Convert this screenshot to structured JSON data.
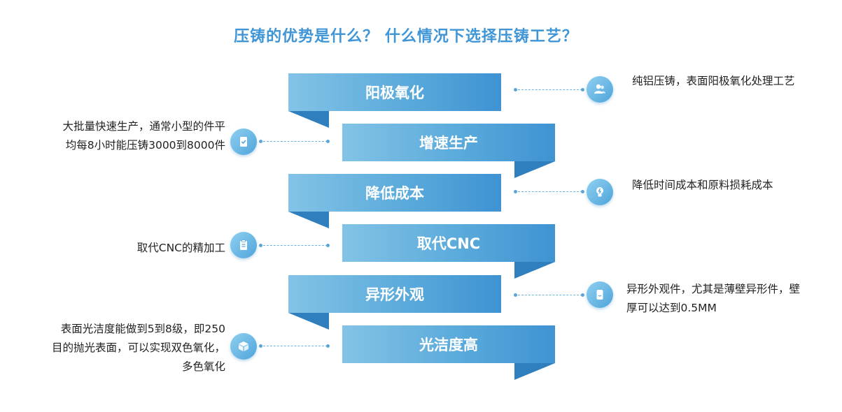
{
  "title": "压铸的优势是什么？ 什么情况下选择压铸工艺？",
  "steps": [
    {
      "label": "阳极氧化",
      "icon": "users-icon",
      "desc": "纯铝压铸，表面阳极氧化处理工艺"
    },
    {
      "label": "增速生产",
      "icon": "checklist-icon",
      "desc": "大批量快速生产，通常小型的件平均每8小时能压铸3000到8000件"
    },
    {
      "label": "降低成本",
      "icon": "lightbulb-icon",
      "desc": "降低时间成本和原料损耗成本"
    },
    {
      "label": "取代CNC",
      "icon": "clipboard-icon",
      "desc": "取代CNC的精加工"
    },
    {
      "label": "异形外观",
      "icon": "smartphone-icon",
      "desc": "异形外观件，尤其是薄壁异形件，壁厚可以达到0.5MM"
    },
    {
      "label": "光洁度高",
      "icon": "box-icon",
      "desc": "表面光洁度能做到5到8级，即250目的抛光表面，可以实现双色氧化，多色氧化"
    }
  ],
  "colors": {
    "title": "#3f95d6",
    "banner_light": "#83c3e6",
    "banner_dark": "#3f93d2",
    "fold": "#2f7fbf"
  }
}
